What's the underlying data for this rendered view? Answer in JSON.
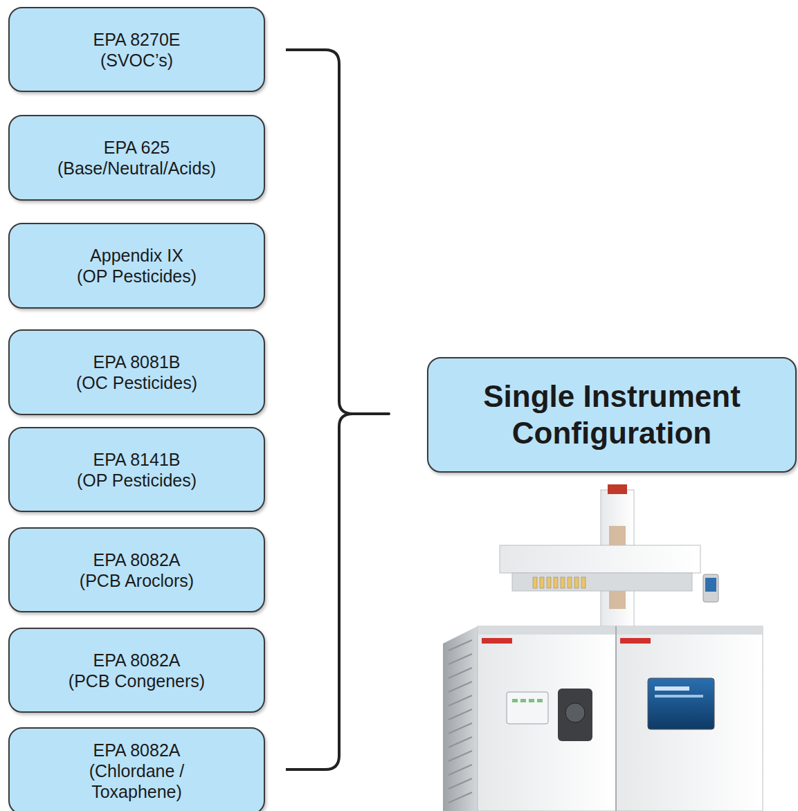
{
  "diagram": {
    "nodes": [
      {
        "text": [
          "EPA 8270E",
          "(SVOC’s)"
        ]
      },
      {
        "text": [
          "EPA 625",
          "(Base/Neutral/Acids)"
        ]
      },
      {
        "text": [
          "Appendix IX",
          "(OP Pesticides)"
        ]
      },
      {
        "text": [
          "EPA 8081B",
          "(OC Pesticides)"
        ]
      },
      {
        "text": [
          "EPA 8141B",
          "(OP Pesticides)"
        ]
      },
      {
        "text": [
          "EPA 8082A",
          "(PCB Aroclors)"
        ]
      },
      {
        "text": [
          "EPA 8082A",
          "(PCB Congeners)"
        ]
      },
      {
        "text": [
          "EPA 8082A",
          "(Chlordane / Toxaphene)"
        ]
      },
      {
        "text": [
          "Single Instrument Configuration"
        ]
      }
    ]
  }
}
